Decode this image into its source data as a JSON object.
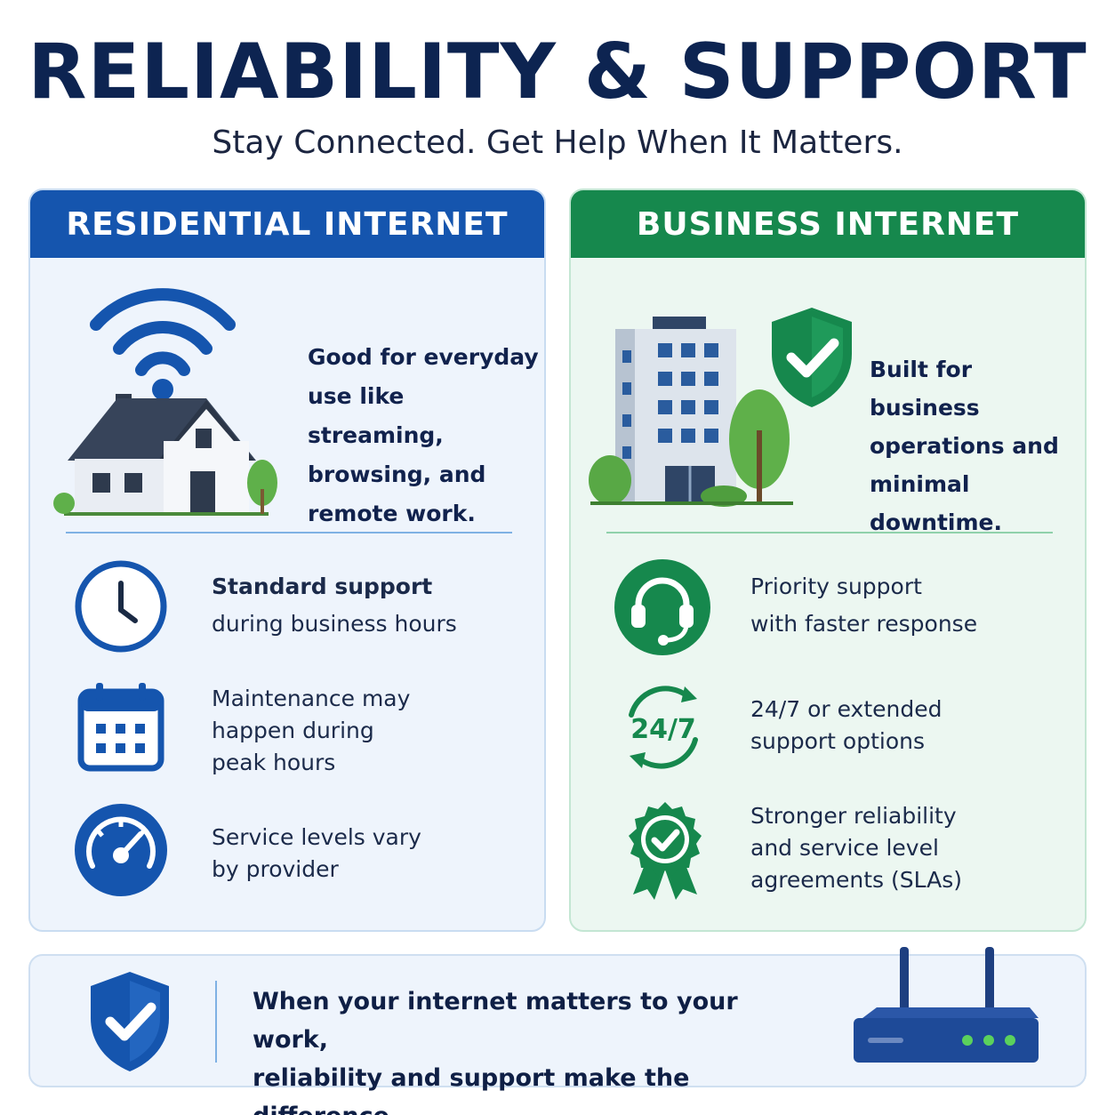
{
  "header": {
    "title": "RELIABILITY & SUPPORT",
    "subtitle": "Stay Connected. Get Help When It Matters."
  },
  "residential": {
    "heading": "RESIDENTIAL INTERNET",
    "accent": "#1555ae",
    "hero_lines": [
      "Good for everyday",
      "use like streaming,",
      "browsing, and",
      "remote work."
    ],
    "features": [
      {
        "icon": "clock-icon",
        "lines": [
          "Standard support",
          "during business hours"
        ]
      },
      {
        "icon": "calendar-icon",
        "lines": [
          "Maintenance may",
          "happen during",
          "peak hours"
        ]
      },
      {
        "icon": "speedometer-icon",
        "lines": [
          "Service levels vary",
          "by provider"
        ]
      }
    ]
  },
  "business": {
    "heading": "BUSINESS INTERNET",
    "accent": "#16884d",
    "hero_lines": [
      "Built for business",
      "operations and",
      "minimal downtime."
    ],
    "features": [
      {
        "icon": "headset-icon",
        "lines": [
          "Priority support",
          "with faster response"
        ]
      },
      {
        "icon": "24-7-icon",
        "badge": "24/7",
        "lines": [
          "24/7 or extended",
          "support options"
        ]
      },
      {
        "icon": "award-ribbon-icon",
        "lines": [
          "Stronger reliability",
          "and service level",
          "agreements (SLAs)"
        ]
      }
    ]
  },
  "footer": {
    "lines": [
      "When your internet matters to your work,",
      "reliability and support make the difference."
    ]
  }
}
